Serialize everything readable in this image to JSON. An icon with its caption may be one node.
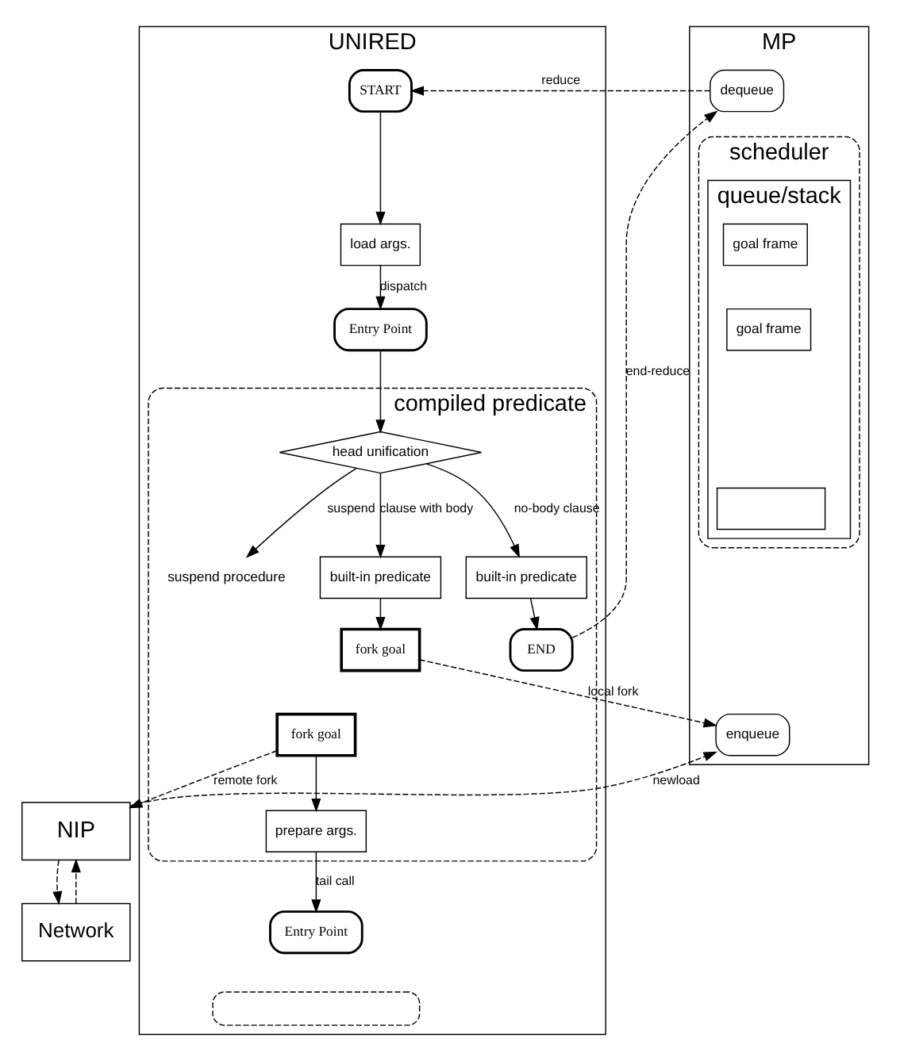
{
  "diagram": {
    "nodes": [
      {
        "text": [
          "UNIRED"
        ]
      },
      {
        "text": [
          "START"
        ],
        "in": 0
      },
      {
        "text": [
          "load args."
        ],
        "in": 0
      },
      {
        "text": [
          "Entry Point"
        ],
        "in": 0
      },
      {
        "text": [
          "compiled predicate"
        ],
        "in": 0
      },
      {
        "text": [
          "head unification"
        ],
        "in": 4
      },
      {
        "text": [
          "suspend procedure"
        ],
        "in": 4
      },
      {
        "text": [
          "built-in predicate"
        ],
        "in": 4
      },
      {
        "text": [
          "built-in predicate"
        ],
        "in": 4
      },
      {
        "text": [
          "END"
        ],
        "in": 4
      },
      {
        "text": [
          "fork goal"
        ],
        "in": 4
      },
      {
        "text": [
          "fork goal"
        ],
        "in": 4
      },
      {
        "text": [
          "prepare args."
        ],
        "in": 4
      },
      {
        "text": [
          "Entry Point"
        ],
        "in": 0
      },
      {
        "text": [],
        "shape": "box",
        "in": 0
      },
      {
        "text": [
          "MP"
        ]
      },
      {
        "text": [
          "dequeue"
        ],
        "in": 15
      },
      {
        "text": [
          "scheduler"
        ],
        "in": 15
      },
      {
        "text": [
          "queue/stack"
        ],
        "in": 17
      },
      {
        "text": [
          "goal frame"
        ],
        "in": 18
      },
      {
        "text": [
          "goal frame"
        ],
        "in": 18
      },
      {
        "text": [],
        "shape": "box",
        "in": 18
      },
      {
        "text": [
          "enqueue"
        ],
        "in": 15
      },
      {
        "text": [
          "NIP"
        ]
      },
      {
        "text": [
          "Network"
        ]
      }
    ],
    "edges": [
      {
        "from": 1,
        "to": 2,
        "arrow": "to"
      },
      {
        "from": 2,
        "to": 3,
        "arrow": "to",
        "label": "dispatch"
      },
      {
        "from": 3,
        "to": 5,
        "arrow": "to"
      },
      {
        "from": 5,
        "to": 6,
        "arrow": "to",
        "label": "suspend"
      },
      {
        "from": 5,
        "to": 7,
        "arrow": "to",
        "label": "clause with body"
      },
      {
        "from": 5,
        "to": 8,
        "arrow": "to",
        "label": "no-body clause"
      },
      {
        "from": 8,
        "to": 9,
        "arrow": "to"
      },
      {
        "from": 7,
        "to": 10,
        "arrow": "to"
      },
      {
        "from": 11,
        "to": 12,
        "arrow": "to"
      },
      {
        "from": 12,
        "to": 13,
        "arrow": "to",
        "label": "tail call"
      },
      {
        "from": 16,
        "to": 1,
        "arrow": "to",
        "label": "reduce",
        "style": "dashed"
      },
      {
        "from": 9,
        "to": 16,
        "arrow": "to",
        "label": "end-reduce",
        "style": "dashed"
      },
      {
        "from": 10,
        "to": 22,
        "arrow": "to",
        "label": "local fork",
        "style": "dashed"
      },
      {
        "from": 11,
        "to": 23,
        "arrow": "to",
        "label": "remote fork",
        "style": "dashed"
      },
      {
        "from": 23,
        "to": 24,
        "arrow": "to",
        "style": "dashed"
      },
      {
        "from": 24,
        "to": 23,
        "arrow": "to",
        "style": "dashed"
      },
      {
        "from": 23,
        "to": 22,
        "arrow": "to",
        "label": "newload",
        "style": "dashed"
      }
    ]
  }
}
